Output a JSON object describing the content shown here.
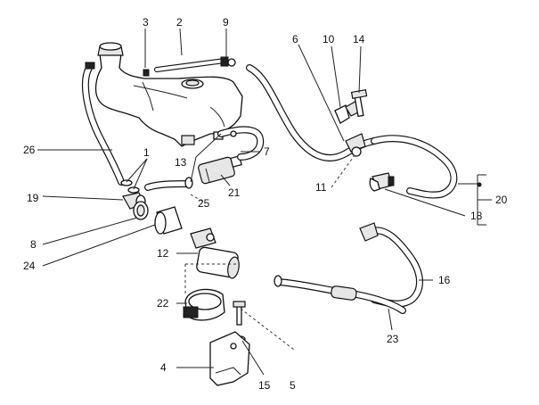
{
  "diagram": {
    "callouts": [
      "1",
      "2",
      "3",
      "4",
      "5",
      "6",
      "7",
      "8",
      "9",
      "10",
      "11",
      "12",
      "13",
      "14",
      "15",
      "16",
      "18",
      "19",
      "20",
      "21",
      "22",
      "23",
      "24",
      "25",
      "26"
    ]
  }
}
